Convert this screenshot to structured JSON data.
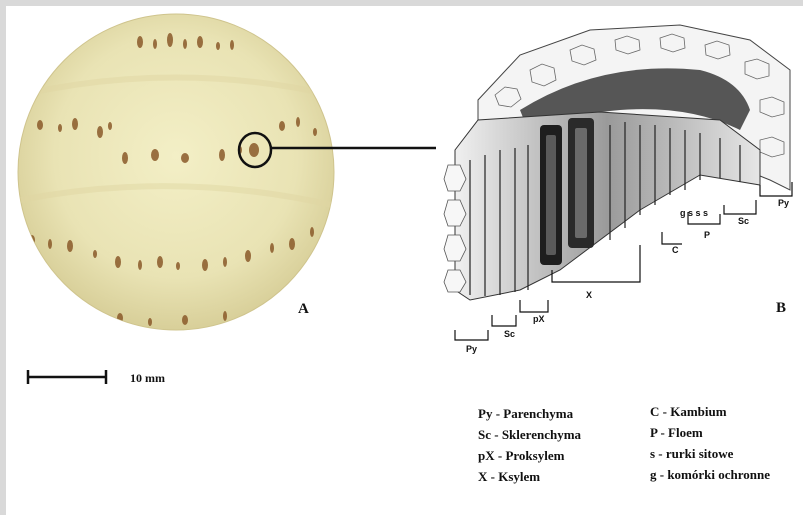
{
  "panels": {
    "a_letter": "A",
    "b_letter": "B"
  },
  "scale_bar": {
    "label": "10 mm"
  },
  "diagram_labels": {
    "py_left": "Py",
    "sc_left": "Sc",
    "px": "pX",
    "x": "X",
    "c": "C",
    "g_s": "g s s s",
    "p": "P",
    "sc_right": "Sc",
    "py_right": "Py"
  },
  "legend": {
    "left": [
      {
        "text": "Py - Parenchyma"
      },
      {
        "text": "Sc - Sklerenchyma"
      },
      {
        "text": "pX - Proksylem"
      },
      {
        "text": "X - Ksylem"
      }
    ],
    "right": [
      {
        "text": "C - Kambium"
      },
      {
        "text": "P - Floem"
      },
      {
        "text": "s - rurki sitowe"
      },
      {
        "text": "g - komórki ochronne"
      }
    ]
  }
}
